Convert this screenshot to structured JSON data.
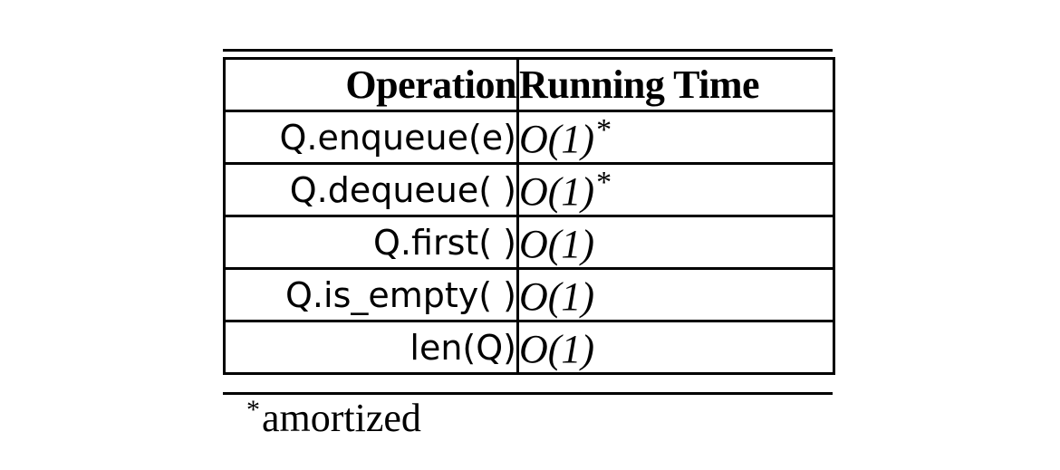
{
  "table": {
    "headers": [
      "Operation",
      "Running Time"
    ],
    "rows": [
      {
        "operation": "Q.enqueue(e)",
        "time": "O(1)",
        "mark": "*"
      },
      {
        "operation": "Q.dequeue( )",
        "time": "O(1)",
        "mark": "*"
      },
      {
        "operation": "Q.first( )",
        "time": "O(1)",
        "mark": ""
      },
      {
        "operation": "Q.is_empty( )",
        "time": "O(1)",
        "mark": ""
      },
      {
        "operation": "len(Q)",
        "time": "O(1)",
        "mark": ""
      }
    ]
  },
  "footnote": {
    "mark": "*",
    "text": "amortized"
  }
}
